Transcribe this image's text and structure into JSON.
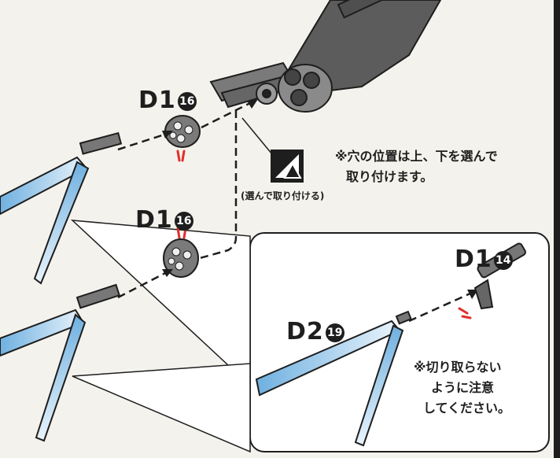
{
  "parts": {
    "top_label": "D1",
    "top_num": "16",
    "mid_label": "D1",
    "mid_num": "16",
    "inset_small_label": "D1",
    "inset_small_num": "14",
    "inset_arm_label": "D2",
    "inset_arm_num": "19"
  },
  "notes": {
    "hole_line1": "※穴の位置は上、下を選んで",
    "hole_line2": "取り付けます。",
    "choose_caption": "(選んで取り付ける)",
    "cut_line1": "※切り取らない",
    "cut_line2": "ように注意",
    "cut_line3": "してください。"
  },
  "colors": {
    "ink": "#1e1e1e",
    "accent_red": "#e0302a",
    "blade_blue": "#6fb0e0",
    "inset_bg": "#ffffff"
  },
  "icons": [
    "select-either-icon",
    "red-attention-marks"
  ]
}
